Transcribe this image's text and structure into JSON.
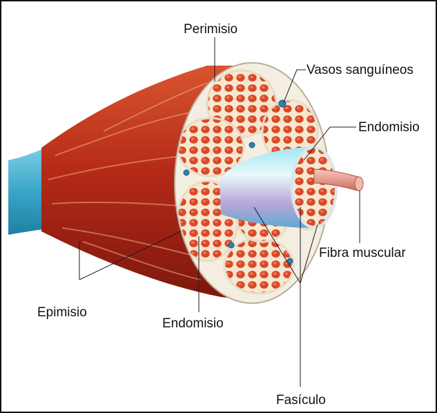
{
  "labels": {
    "perimisio": "Perimisio",
    "vasos": "Vasos sanguíneos",
    "endomisio_right": "Endomisio",
    "fibra": "Fibra muscular",
    "epimisio": "Epimisio",
    "endomisio_bottom": "Endomisio",
    "fasciculo": "Fasículo"
  },
  "colors": {
    "muscle_dark": "#8e1c12",
    "muscle_mid": "#c63a22",
    "muscle_light": "#e0644a",
    "tendon": "#3aa7c8",
    "connective": "#f4eee2",
    "fascicle_fill": "#f3c79c",
    "fiber_cell": "#d24a2c",
    "vessel": "#2f7fb0"
  }
}
